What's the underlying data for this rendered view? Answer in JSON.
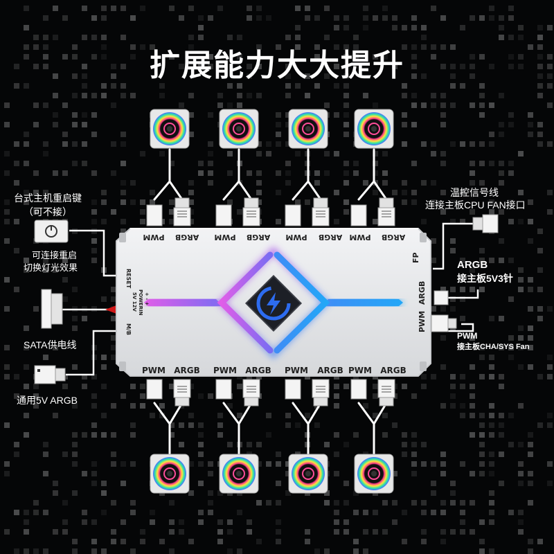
{
  "title": "扩展能力大大提升",
  "left": {
    "reset_title": "台式主机重启键",
    "reset_sub": "（可不接）",
    "restart_note_1": "可连接重启",
    "restart_note_2": "切换灯光效果",
    "sata_label": "SATA供电线",
    "argb5v_label": "通用5V ARGB"
  },
  "right": {
    "temp_line_1": "温控信号线",
    "temp_line_2": "连接主板CPU FAN接口",
    "argb_title": "ARGB",
    "argb_sub": "接主板5V3针",
    "pwm_title": "PWM",
    "pwm_sub": "接主板CHA/SYS Fan"
  },
  "hub": {
    "top_ports": [
      "PWM",
      "ARGB",
      "PWM",
      "ARGB",
      "PWM",
      "ARGB",
      "PWM",
      "ARGB"
    ],
    "bottom_ports": [
      "PWM",
      "ARGB",
      "PWM",
      "ARGB",
      "PWM",
      "ARGB",
      "PWM",
      "ARGB"
    ],
    "left_reset": "RESET",
    "left_mb": "M/B",
    "power_in": "POWERIN",
    "power_pins": "5V  12V",
    "power_pins_marks": "+   -   +",
    "right_fp": "FP",
    "right_argb": "ARGB",
    "right_pwm": "PWM"
  },
  "colors": {
    "background": "#050607",
    "hub_body": "#e6e7e9",
    "cable": "#ffffff",
    "sata_tip": "#d01818",
    "glow_left": "#c44fe0",
    "glow_right": "#2c8cf4",
    "logo_blue": "#2d6cf0"
  },
  "icons": {
    "fan": "rgb-fan-icon",
    "pwm_plug": "pwm-connector-icon",
    "argb_plug": "argb-connector-icon",
    "power_button": "power-button-icon",
    "logo": "lightning-logo-icon"
  }
}
